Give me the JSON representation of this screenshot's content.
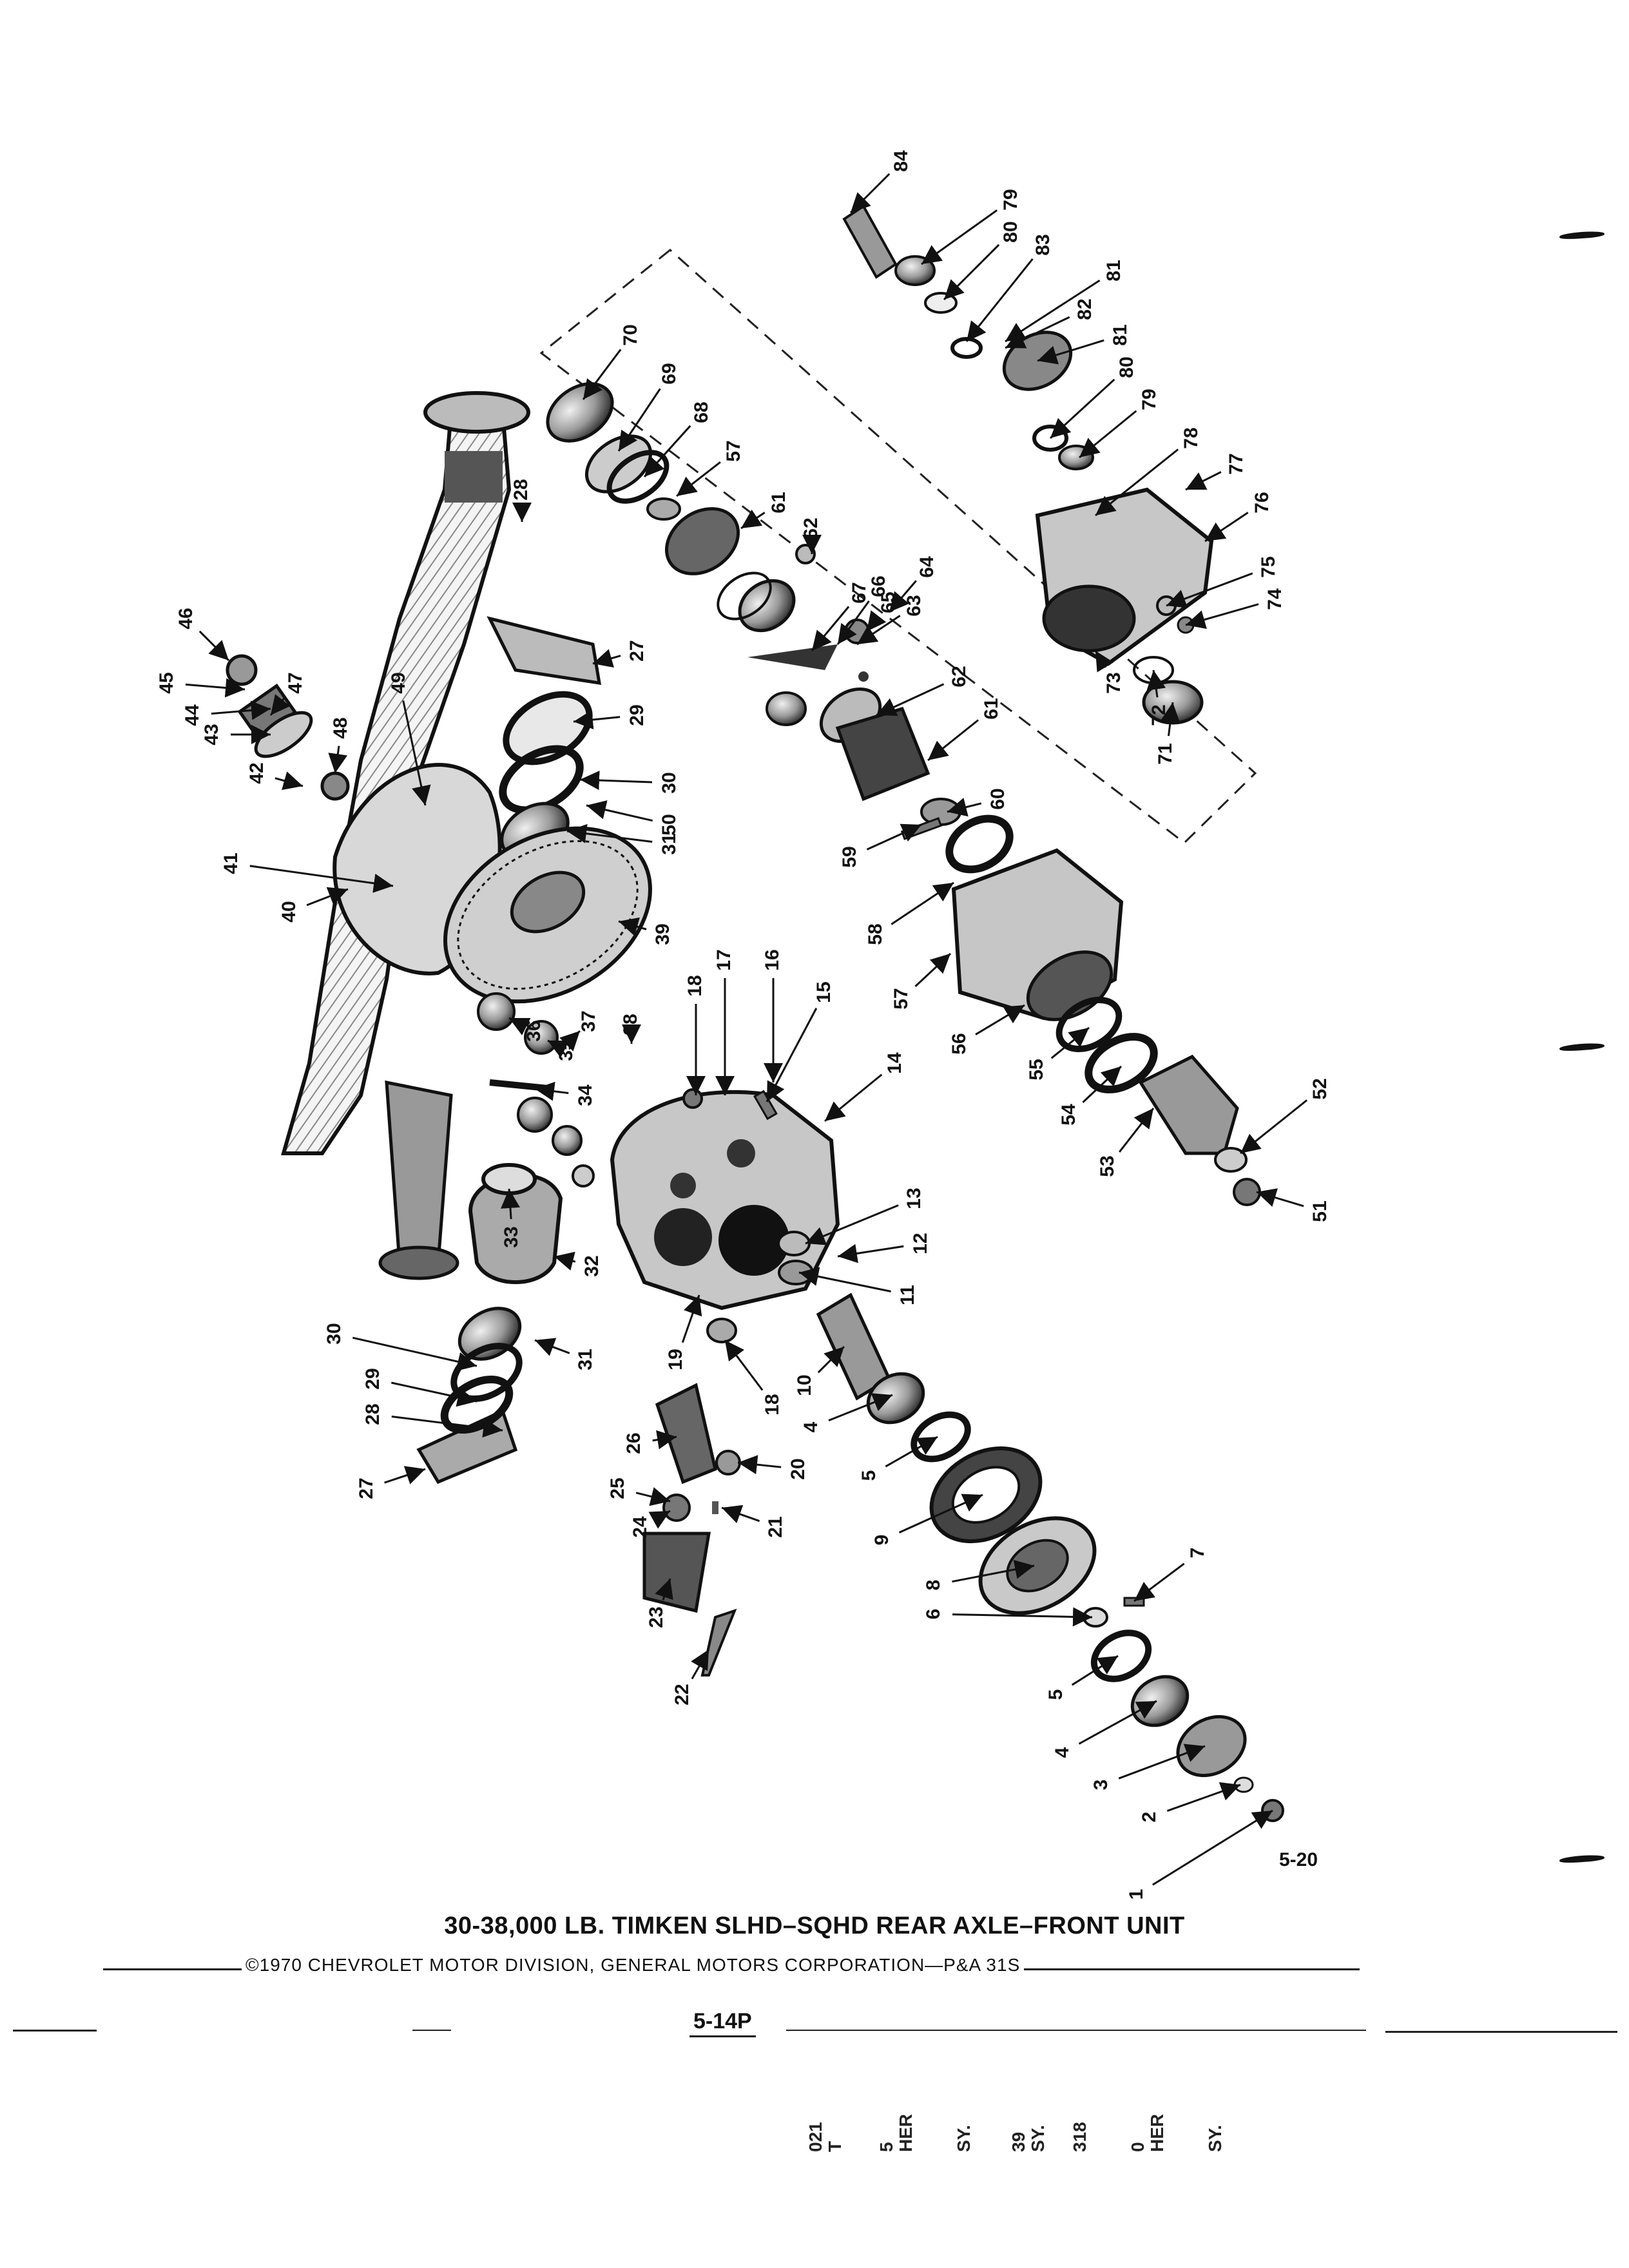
{
  "figure_number": "5-20",
  "title": "30-38,000 LB. TIMKEN SLHD–SQHD REAR AXLE–FRONT UNIT",
  "copyright": "©1970 CHEVROLET MOTOR DIVISION, GENERAL MOTORS CORPORATION—P&A 31S",
  "page_number": "5-14P",
  "bleed_text": [
    "021",
    "T",
    "5",
    "HER",
    "SY.",
    "39",
    "SY.",
    "318",
    "0",
    "HER",
    "SY."
  ],
  "callouts": [
    {
      "id": "c1",
      "label": "1"
    },
    {
      "id": "c2",
      "label": "2"
    },
    {
      "id": "c3",
      "label": "3"
    },
    {
      "id": "c4a",
      "label": "4"
    },
    {
      "id": "c4b",
      "label": "4"
    },
    {
      "id": "c5a",
      "label": "5"
    },
    {
      "id": "c5b",
      "label": "5"
    },
    {
      "id": "c6",
      "label": "6"
    },
    {
      "id": "c7",
      "label": "7"
    },
    {
      "id": "c8",
      "label": "8"
    },
    {
      "id": "c9",
      "label": "9"
    },
    {
      "id": "c10",
      "label": "10"
    },
    {
      "id": "c11",
      "label": "11"
    },
    {
      "id": "c12",
      "label": "12"
    },
    {
      "id": "c13",
      "label": "13"
    },
    {
      "id": "c14",
      "label": "14"
    },
    {
      "id": "c15",
      "label": "15"
    },
    {
      "id": "c16",
      "label": "16"
    },
    {
      "id": "c17",
      "label": "17"
    },
    {
      "id": "c18a",
      "label": "18"
    },
    {
      "id": "c18b",
      "label": "18"
    },
    {
      "id": "c19",
      "label": "19"
    },
    {
      "id": "c20",
      "label": "20"
    },
    {
      "id": "c21",
      "label": "21"
    },
    {
      "id": "c22",
      "label": "22"
    },
    {
      "id": "c23",
      "label": "23"
    },
    {
      "id": "c24",
      "label": "24"
    },
    {
      "id": "c25",
      "label": "25"
    },
    {
      "id": "c26",
      "label": "26"
    },
    {
      "id": "c27a",
      "label": "27"
    },
    {
      "id": "c27b",
      "label": "27"
    },
    {
      "id": "c28a",
      "label": "28"
    },
    {
      "id": "c28b",
      "label": "28"
    },
    {
      "id": "c29a",
      "label": "29"
    },
    {
      "id": "c29b",
      "label": "29"
    },
    {
      "id": "c30a",
      "label": "30"
    },
    {
      "id": "c30b",
      "label": "30"
    },
    {
      "id": "c31a",
      "label": "31"
    },
    {
      "id": "c31b",
      "label": "31"
    },
    {
      "id": "c32",
      "label": "32"
    },
    {
      "id": "c33",
      "label": "33"
    },
    {
      "id": "c34",
      "label": "34"
    },
    {
      "id": "c35",
      "label": "35"
    },
    {
      "id": "c36",
      "label": "36"
    },
    {
      "id": "c37",
      "label": "37"
    },
    {
      "id": "c38",
      "label": "38"
    },
    {
      "id": "c39",
      "label": "39"
    },
    {
      "id": "c40",
      "label": "40"
    },
    {
      "id": "c41",
      "label": "41"
    },
    {
      "id": "c42",
      "label": "42"
    },
    {
      "id": "c43",
      "label": "43"
    },
    {
      "id": "c44",
      "label": "44"
    },
    {
      "id": "c45",
      "label": "45"
    },
    {
      "id": "c46",
      "label": "46"
    },
    {
      "id": "c47",
      "label": "47"
    },
    {
      "id": "c48",
      "label": "48"
    },
    {
      "id": "c49",
      "label": "49"
    },
    {
      "id": "c50",
      "label": "50"
    },
    {
      "id": "c51",
      "label": "51"
    },
    {
      "id": "c52",
      "label": "52"
    },
    {
      "id": "c53",
      "label": "53"
    },
    {
      "id": "c54",
      "label": "54"
    },
    {
      "id": "c55",
      "label": "55"
    },
    {
      "id": "c56",
      "label": "56"
    },
    {
      "id": "c57a",
      "label": "57"
    },
    {
      "id": "c57b",
      "label": "57"
    },
    {
      "id": "c58",
      "label": "58"
    },
    {
      "id": "c59",
      "label": "59"
    },
    {
      "id": "c60",
      "label": "60"
    },
    {
      "id": "c61a",
      "label": "61"
    },
    {
      "id": "c61b",
      "label": "61"
    },
    {
      "id": "c62a",
      "label": "62"
    },
    {
      "id": "c62b",
      "label": "62"
    },
    {
      "id": "c63",
      "label": "63"
    },
    {
      "id": "c64",
      "label": "64"
    },
    {
      "id": "c65",
      "label": "65"
    },
    {
      "id": "c66",
      "label": "66"
    },
    {
      "id": "c67",
      "label": "67"
    },
    {
      "id": "c68",
      "label": "68"
    },
    {
      "id": "c69",
      "label": "69"
    },
    {
      "id": "c70",
      "label": "70"
    },
    {
      "id": "c71",
      "label": "71"
    },
    {
      "id": "c72",
      "label": "72"
    },
    {
      "id": "c73",
      "label": "73"
    },
    {
      "id": "c74",
      "label": "74"
    },
    {
      "id": "c75",
      "label": "75"
    },
    {
      "id": "c76",
      "label": "76"
    },
    {
      "id": "c77",
      "label": "77"
    },
    {
      "id": "c78",
      "label": "78"
    },
    {
      "id": "c79a",
      "label": "79"
    },
    {
      "id": "c79b",
      "label": "79"
    },
    {
      "id": "c80a",
      "label": "80"
    },
    {
      "id": "c80b",
      "label": "80"
    },
    {
      "id": "c81a",
      "label": "81"
    },
    {
      "id": "c81b",
      "label": "81"
    },
    {
      "id": "c82",
      "label": "82"
    },
    {
      "id": "c83",
      "label": "83"
    },
    {
      "id": "c84",
      "label": "84"
    }
  ]
}
